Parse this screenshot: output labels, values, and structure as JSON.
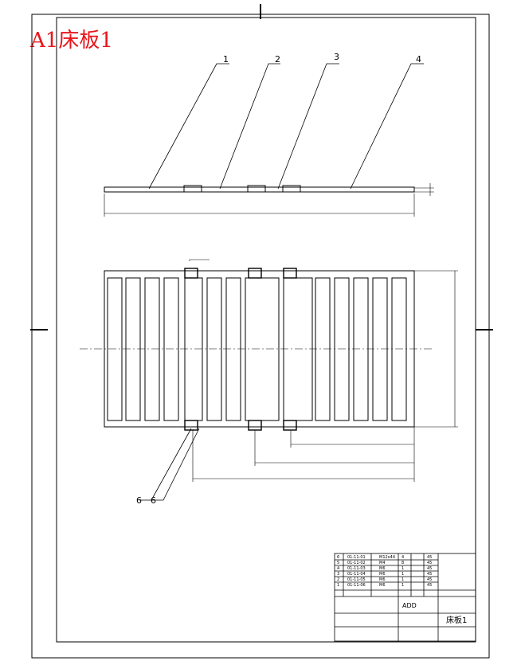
{
  "drawing": {
    "title": "A1床板1",
    "balloons": [
      "1",
      "2",
      "3",
      "4"
    ],
    "bottom_balloons": [
      "6",
      "6"
    ],
    "title_block": {
      "center_label": "ADD",
      "part_name": "床板1",
      "bom_rows": [
        {
          "index": "6",
          "code": "01-11-01",
          "name": "M12x44",
          "qty": "4",
          "material": "45"
        },
        {
          "index": "5",
          "code": "01-11-02",
          "name": "M4",
          "qty": "8",
          "material": "45"
        },
        {
          "index": "4",
          "code": "01-11-03",
          "name": "M6",
          "qty": "1",
          "material": "45"
        },
        {
          "index": "3",
          "code": "01-11-04",
          "name": "M6",
          "qty": "1",
          "material": "45"
        },
        {
          "index": "2",
          "code": "01-11-05",
          "name": "M6",
          "qty": "1",
          "material": "45"
        },
        {
          "index": "1",
          "code": "01-11-06",
          "name": "M6",
          "qty": "1",
          "material": "45"
        }
      ]
    }
  },
  "colors": {
    "line": "#000000",
    "title": "#e8161b",
    "background": "#ffffff"
  }
}
